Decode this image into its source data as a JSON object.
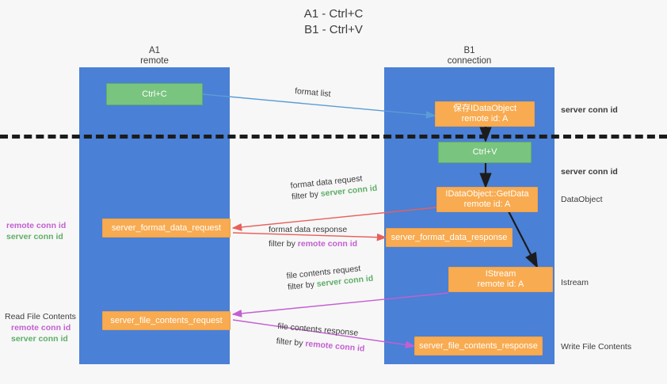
{
  "title": "A1 - Ctrl+C\nB1 - Ctrl+V",
  "colors": {
    "lane": "#4a80d6",
    "green_box": "#79c47e",
    "orange_box": "#f8ab50",
    "server_conn_id": "#5fae68",
    "remote_conn_id": "#c35fd0",
    "arrow_blue": "#5b9bd5",
    "arrow_red": "#e8605a",
    "arrow_magenta": "#c35fd0",
    "arrow_black": "#1c1c1c",
    "divider": "#1c1c1c",
    "background": "#f7f7f7"
  },
  "columns": [
    {
      "id": "a1",
      "name": "A1",
      "role": "remote"
    },
    {
      "id": "b1",
      "name": "B1",
      "role": "connection"
    }
  ],
  "nodes": [
    {
      "id": "ctrl_c",
      "line1": "Ctrl+C",
      "line2": "",
      "style": "green"
    },
    {
      "id": "save_idataobject",
      "line1": "保存IDataObject",
      "line2": "remote id: A",
      "style": "orange"
    },
    {
      "id": "ctrl_v",
      "line1": "Ctrl+V",
      "line2": "",
      "style": "green"
    },
    {
      "id": "getdata",
      "line1": "IDataObject::GetData",
      "line2": "remote id: A",
      "style": "orange"
    },
    {
      "id": "fmt_req",
      "line1": "server_format_data_request",
      "line2": "",
      "style": "orange"
    },
    {
      "id": "fmt_resp",
      "line1": "server_format_data_response",
      "line2": "",
      "style": "orange"
    },
    {
      "id": "istream",
      "line1": "IStream",
      "line2": "remote id: A",
      "style": "orange"
    },
    {
      "id": "file_req",
      "line1": "server_file_contents_request",
      "line2": "",
      "style": "orange"
    },
    {
      "id": "file_resp",
      "line1": "server_file_contents_response",
      "line2": "",
      "style": "orange"
    }
  ],
  "edge_labels": {
    "format_list": {
      "text": "format list"
    },
    "fmt_request": {
      "line1": "format data request",
      "prefix": "filter by ",
      "conn": "server conn id",
      "conn_kind": "server"
    },
    "fmt_response": {
      "line1": "format data response",
      "prefix": "filter by ",
      "conn": "remote conn id",
      "conn_kind": "remote"
    },
    "file_request": {
      "line1": "file contents request",
      "prefix": "filter by ",
      "conn": "server conn id",
      "conn_kind": "server"
    },
    "file_response": {
      "line1": "file contents response",
      "prefix": "filter by ",
      "conn": "remote conn id",
      "conn_kind": "remote"
    }
  },
  "right_annotations": [
    {
      "id": "server_conn_id_top",
      "text": "server conn id",
      "kind": "server"
    },
    {
      "id": "server_conn_id_mid",
      "text": "server conn id",
      "kind": "server"
    },
    {
      "id": "dataobject",
      "text": "DataObject",
      "kind": "plain"
    },
    {
      "id": "istream_label",
      "text": "Istream",
      "kind": "plain"
    },
    {
      "id": "write_file_contents",
      "text": "Write File Contents",
      "kind": "plain"
    }
  ],
  "left_annotations": [
    {
      "id": "conn_ids_format",
      "remote": "remote conn id",
      "server": "server conn id"
    },
    {
      "id": "read_file_contents",
      "title": "Read File Contents",
      "remote": "remote conn id",
      "server": "server conn id"
    }
  ]
}
